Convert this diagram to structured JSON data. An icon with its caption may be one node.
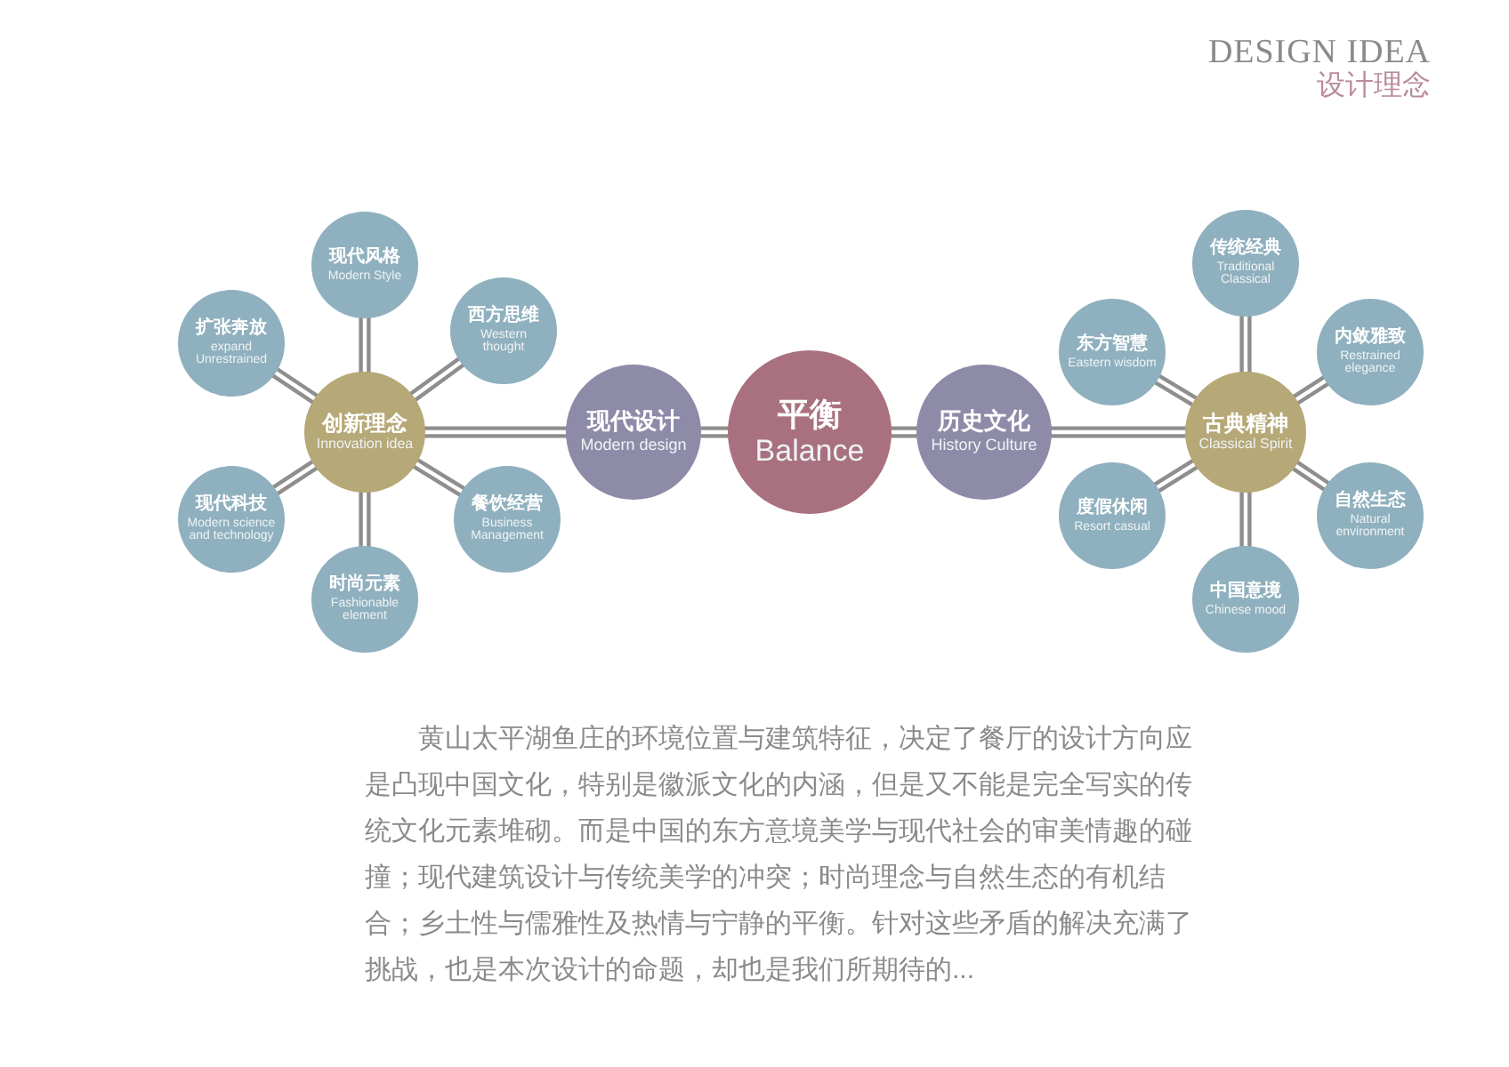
{
  "diagram": {
    "nodes": [
      {
        "text": [
          "创新理念",
          "Innovation idea"
        ]
      },
      {
        "text": [
          "现代风格",
          "Modern Style"
        ]
      },
      {
        "text": [
          "西方思维",
          "Western thought"
        ]
      },
      {
        "text": [
          "餐饮经营",
          "Business Management"
        ]
      },
      {
        "text": [
          "时尚元素",
          "Fashionable element"
        ]
      },
      {
        "text": [
          "现代科技",
          "Modern science and technology"
        ]
      },
      {
        "text": [
          "扩张奔放",
          "expand Unrestrained"
        ]
      },
      {
        "text": [
          "现代设计",
          "Modern design"
        ]
      },
      {
        "text": [
          "平衡",
          "Balance"
        ]
      },
      {
        "text": [
          "历史文化",
          "History Culture"
        ]
      },
      {
        "text": [
          "古典精神",
          "Classical Spirit"
        ]
      },
      {
        "text": [
          "传统经典",
          "Traditional Classical"
        ]
      },
      {
        "text": [
          "内敛雅致",
          "Restrained elegance"
        ]
      },
      {
        "text": [
          "自然生态",
          "Natural environment"
        ]
      },
      {
        "text": [
          "中国意境",
          "Chinese mood"
        ]
      },
      {
        "text": [
          "度假休闲",
          "Resort casual"
        ]
      },
      {
        "text": [
          "东方智慧",
          "Eastern wisdom"
        ]
      }
    ],
    "edges": [
      {
        "from": 0,
        "to": 1,
        "arrow": "none"
      },
      {
        "from": 0,
        "to": 2,
        "arrow": "none"
      },
      {
        "from": 0,
        "to": 3,
        "arrow": "none"
      },
      {
        "from": 0,
        "to": 4,
        "arrow": "none"
      },
      {
        "from": 0,
        "to": 5,
        "arrow": "none"
      },
      {
        "from": 0,
        "to": 6,
        "arrow": "none"
      },
      {
        "from": 0,
        "to": 7,
        "arrow": "none"
      },
      {
        "from": 7,
        "to": 8,
        "arrow": "none"
      },
      {
        "from": 8,
        "to": 9,
        "arrow": "none"
      },
      {
        "from": 9,
        "to": 10,
        "arrow": "none"
      },
      {
        "from": 10,
        "to": 11,
        "arrow": "none"
      },
      {
        "from": 10,
        "to": 12,
        "arrow": "none"
      },
      {
        "from": 10,
        "to": 13,
        "arrow": "none"
      },
      {
        "from": 10,
        "to": 14,
        "arrow": "none"
      },
      {
        "from": 10,
        "to": 15,
        "arrow": "none"
      },
      {
        "from": 10,
        "to": 16,
        "arrow": "none"
      }
    ],
    "labels": [
      "DESIGN IDEA",
      "设计理念",
      "黄山太平湖鱼庄的环境位置与建筑特征，决定了餐厅的设计方向应是凸现中国文化，特别是徽派文化的内涵，但是又不能是完全写实的传统文化元素堆砌。而是中国的东方意境美学与现代社会的审美情趣的碰撞；现代建筑设计与传统美学的冲突；时尚理念与自然生态的有机结合；乡土性与儒雅性及热情与宁静的平衡。针对这些矛盾的解决充满了挑战，也是本次设计的命题，却也是我们所期待的..."
    ]
  }
}
